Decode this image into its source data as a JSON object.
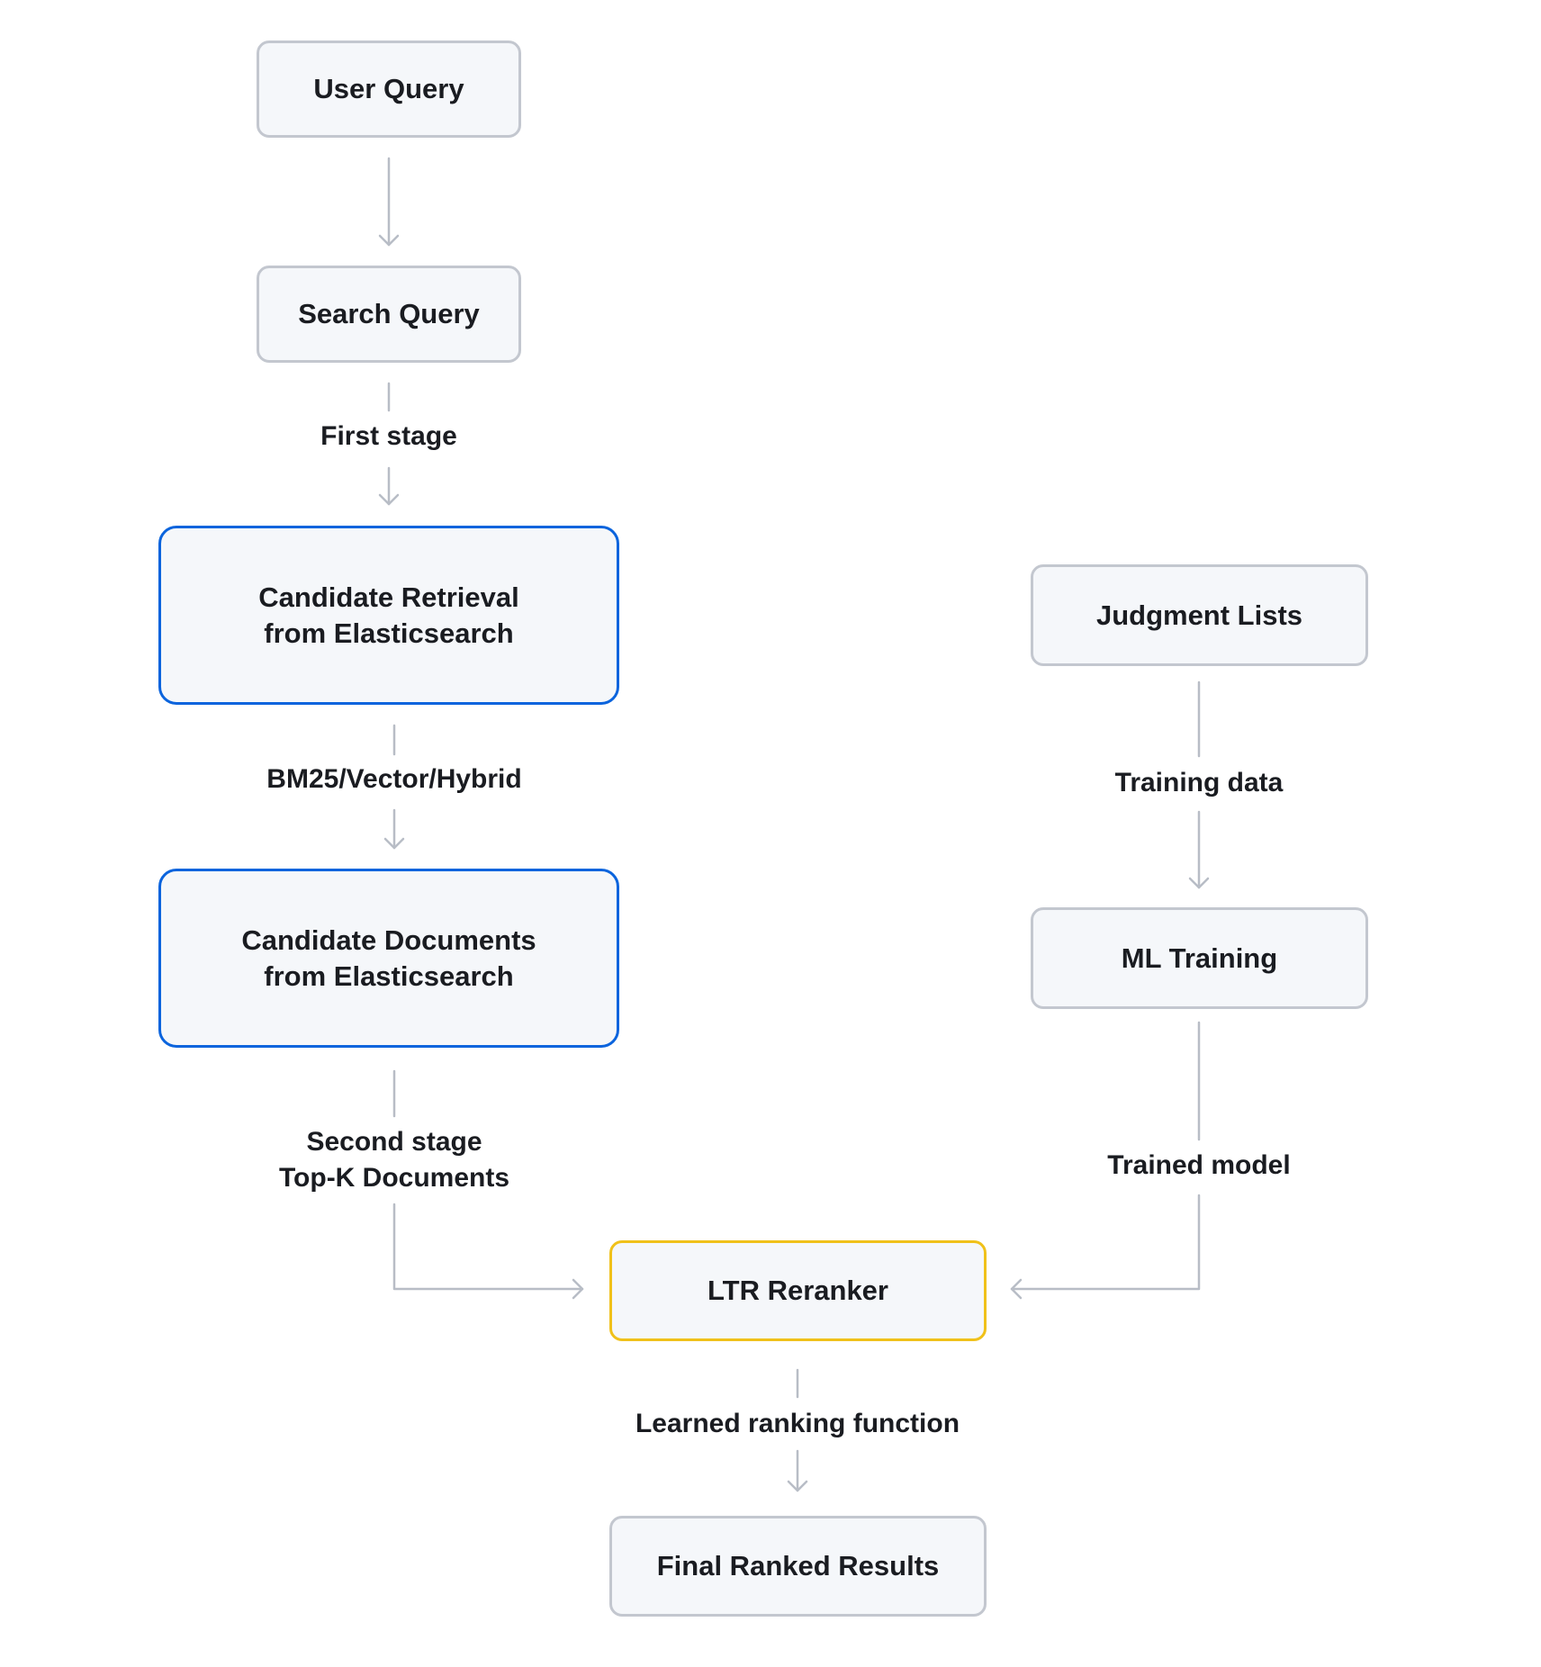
{
  "nodes": {
    "user_query": "User Query",
    "search_query": "Search Query",
    "candidate_retrieval": [
      "Candidate Retrieval",
      "from Elasticsearch"
    ],
    "candidate_documents": [
      "Candidate Documents",
      "from Elasticsearch"
    ],
    "judgment_lists": "Judgment Lists",
    "ml_training": "ML Training",
    "ltr_reranker": "LTR Reranker",
    "final_ranked_results": "Final Ranked Results"
  },
  "edges": {
    "first_stage": "First stage",
    "retrieval_method": "BM25/Vector/Hybrid",
    "second_stage": [
      "Second stage",
      "Top-K Documents"
    ],
    "training_data": "Training data",
    "trained_model": "Trained model",
    "learned_ranking": "Learned ranking function"
  },
  "colors": {
    "node_fill": "#f5f7fa",
    "node_border": "#c3c7cf",
    "elasticsearch_border": "#0b64dd",
    "reranker_border": "#f0c11a",
    "connector": "#b8bdc6",
    "text": "#1a1c21"
  }
}
